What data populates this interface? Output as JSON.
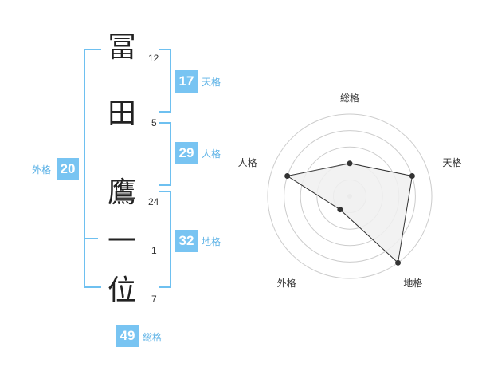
{
  "colors": {
    "accent": "#6ec0f0",
    "badge_bg": "#78c4f2",
    "label_text": "#5ab1e6",
    "ring": "#cccccc",
    "polygon_fill": "#f0f0f0",
    "polygon_stroke": "#333333",
    "point": "#333333"
  },
  "name": {
    "characters": [
      {
        "char": "冨",
        "strokes": "12"
      },
      {
        "char": "田",
        "strokes": "5"
      },
      {
        "char": "鷹",
        "strokes": "24"
      },
      {
        "char": "一",
        "strokes": "1"
      },
      {
        "char": "位",
        "strokes": "7"
      }
    ]
  },
  "fortunes": {
    "tenkaku": {
      "value": "17",
      "label": "天格"
    },
    "jinkaku": {
      "value": "29",
      "label": "人格"
    },
    "chikaku": {
      "value": "32",
      "label": "地格"
    },
    "gaikaku": {
      "value": "20",
      "label": "外格"
    },
    "soukaku": {
      "value": "49",
      "label": "総格"
    }
  },
  "chart_data": {
    "type": "radar",
    "axes": [
      "総格",
      "天格",
      "地格",
      "外格",
      "人格"
    ],
    "rmax": 5,
    "rings": 5,
    "values": [
      2,
      4,
      5,
      1,
      4
    ]
  }
}
